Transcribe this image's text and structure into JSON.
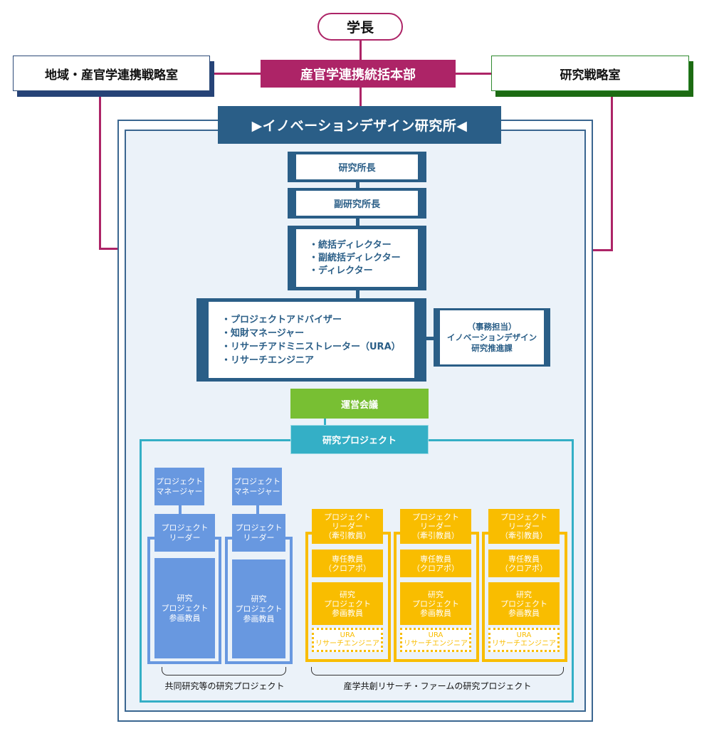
{
  "top": {
    "president": "学長",
    "headquarters": "産官学連携統括本部",
    "left_office": "地域・産官学連携戦略室",
    "right_office": "研究戦略室"
  },
  "institute": {
    "title": "▶イノベーションデザイン研究所◀",
    "director": "研究所長",
    "vice_director": "副研究所長",
    "directors": [
      "・統括ディレクター",
      "・副統括ディレクター",
      "・ディレクター"
    ],
    "staff": [
      "・プロジェクトアドバイザー",
      "・知財マネージャー",
      "・リサーチアドミニストレーター（URA）",
      "・リサーチエンジニア"
    ],
    "admin": [
      "（事務担当）",
      "イノベーションデザイン",
      "研究推進課"
    ],
    "council": "運営会議",
    "projects_label": "研究プロジェクト"
  },
  "joint_projects": {
    "caption": "共同研究等の研究プロジェクト",
    "columns": [
      {
        "manager": [
          "プロジェクト",
          "マネージャー"
        ],
        "leader": [
          "プロジェクト",
          "リーダー"
        ],
        "members": [
          "研究",
          "プロジェクト",
          "参画教員"
        ]
      },
      {
        "manager": [
          "プロジェクト",
          "マネージャー"
        ],
        "leader": [
          "プロジェクト",
          "リーダー"
        ],
        "members": [
          "研究",
          "プロジェクト",
          "参画教員"
        ]
      }
    ]
  },
  "farm_projects": {
    "caption": "産学共創リサーチ・ファームの研究プロジェクト",
    "columns": [
      {
        "leader": [
          "プロジェクト",
          "リーダー",
          "（牽引教員）"
        ],
        "faculty": [
          "専任教員",
          "（クロアポ）"
        ],
        "members": [
          "研究",
          "プロジェクト",
          "参画教員"
        ],
        "ura": [
          "URA",
          "リサーチエンジニア"
        ]
      },
      {
        "leader": [
          "プロジェクト",
          "リーダー",
          "（牽引教員）"
        ],
        "faculty": [
          "専任教員",
          "（クロアポ）"
        ],
        "members": [
          "研究",
          "プロジェクト",
          "参画教員"
        ],
        "ura": [
          "URA",
          "リサーチエンジニア"
        ]
      },
      {
        "leader": [
          "プロジェクト",
          "リーダー",
          "（牽引教員）"
        ],
        "faculty": [
          "専任教員",
          "（クロアポ）"
        ],
        "members": [
          "研究",
          "プロジェクト",
          "参画教員"
        ],
        "ura": [
          "URA",
          "リサーチエンジニア"
        ]
      }
    ]
  },
  "colors": {
    "magenta": "#ad2467",
    "navy": "#2a5e87",
    "green_council": "#78bf33",
    "teal": "#34afc6",
    "blue_project": "#6898e0",
    "yellow_project": "#f9bd00",
    "right_office_shadow": "#1c6b12",
    "left_office_shadow": "#264377"
  }
}
